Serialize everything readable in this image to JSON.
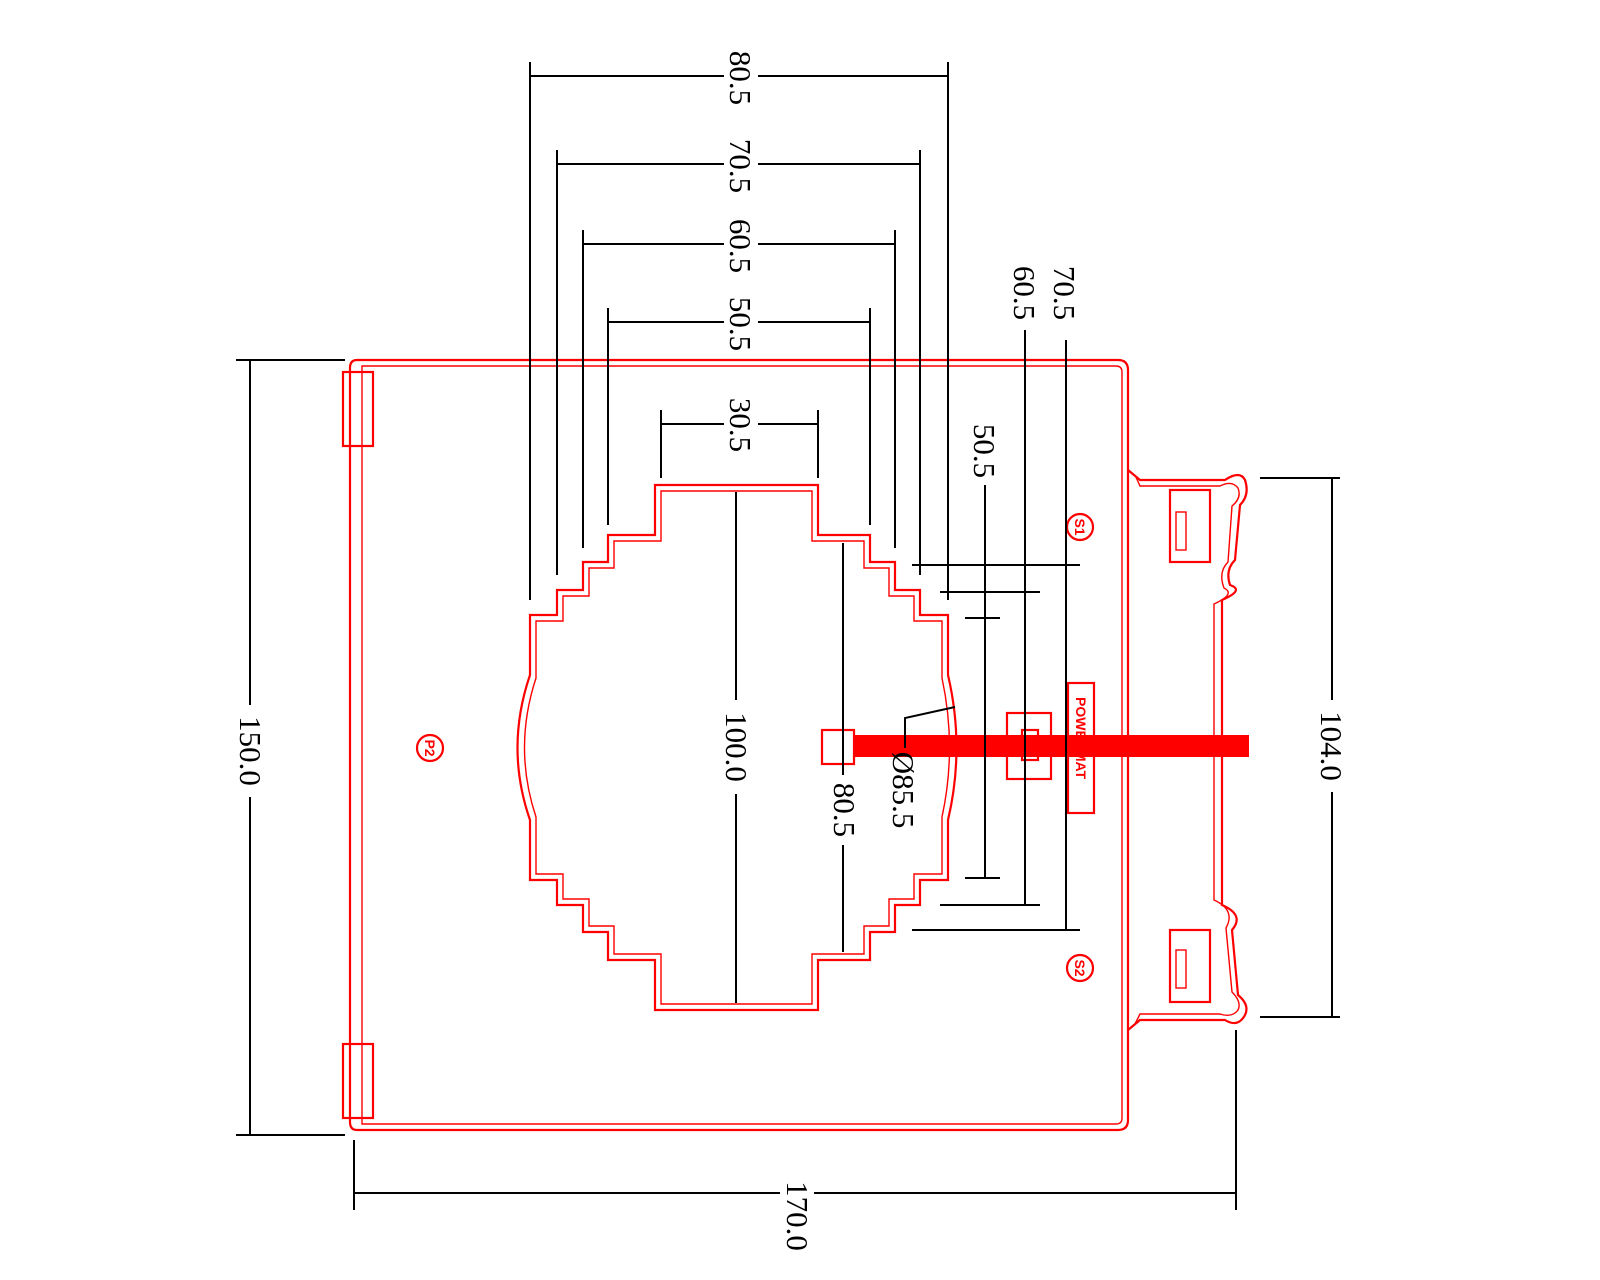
{
  "dimensions": {
    "d_80_5_top": "80.5",
    "d_70_5_top": "70.5",
    "d_60_5_top": "60.5",
    "d_50_5_top": "50.5",
    "d_30_5": "30.5",
    "d_100": "100.0",
    "d_80_5_inner": "80.5",
    "d_dia": "Ø85.5",
    "d_70_5_right": "70.5",
    "d_60_5_right": "60.5",
    "d_50_5_right": "50.5",
    "d_150": "150.0",
    "d_104": "104.0",
    "d_170": "170.0"
  },
  "labels": {
    "p1": "P2",
    "s1": "S1",
    "s2": "S2",
    "brand": "POWERMAT"
  },
  "colors": {
    "outline": "#ff0000",
    "dimension": "#000000"
  }
}
